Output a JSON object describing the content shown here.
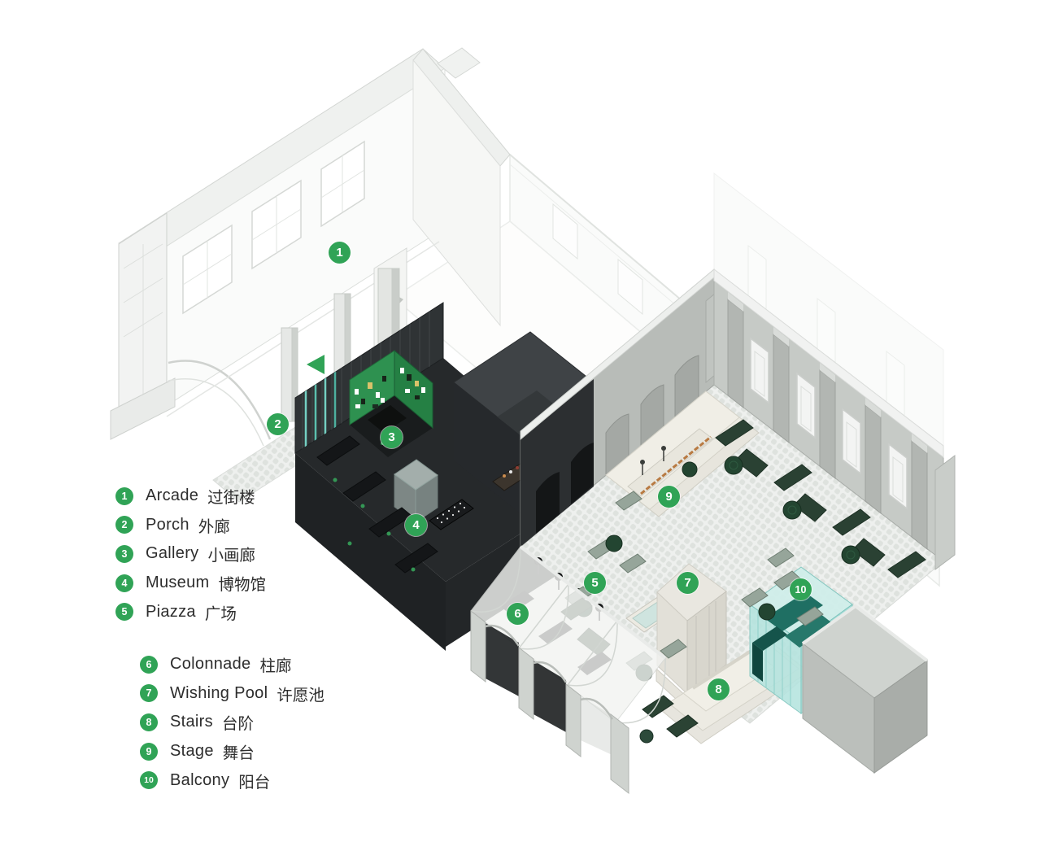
{
  "palette": {
    "marker_green": "#30a356",
    "legend_text": "#2d2d2d",
    "dark_block": "#26292b",
    "gallery_green_wall": "#2e9150",
    "bench_dark_green": "#2a4133",
    "chair_sage": "#96a59a",
    "balcony_glass_teal": "#b5e4df",
    "balcony_sofa_teal": "#1f6f63",
    "stone_light": "#e9e7df",
    "courtyard_wall_gray": "#c6cac6",
    "cobble_floor": "#eef0ee",
    "stage_strip_orange": "#b87a42"
  },
  "markers": [
    {
      "num": "1"
    },
    {
      "num": "2"
    },
    {
      "num": "3"
    },
    {
      "num": "4"
    },
    {
      "num": "5"
    },
    {
      "num": "6"
    },
    {
      "num": "7"
    },
    {
      "num": "8"
    },
    {
      "num": "9"
    },
    {
      "num": "10"
    }
  ],
  "legend": {
    "groups": [
      {
        "items": [
          {
            "num": "1",
            "en": "Arcade",
            "zh": "过街楼"
          },
          {
            "num": "2",
            "en": "Porch",
            "zh": "外廊"
          },
          {
            "num": "3",
            "en": "Gallery",
            "zh": "小画廊"
          },
          {
            "num": "4",
            "en": "Museum",
            "zh": "博物馆"
          },
          {
            "num": "5",
            "en": "Piazza",
            "zh": "广场"
          }
        ]
      },
      {
        "items": [
          {
            "num": "6",
            "en": "Colonnade",
            "zh": "柱廊"
          },
          {
            "num": "7",
            "en": "Wishing Pool",
            "zh": "许愿池"
          },
          {
            "num": "8",
            "en": "Stairs",
            "zh": "台阶"
          },
          {
            "num": "9",
            "en": "Stage",
            "zh": "舞台"
          },
          {
            "num": "10",
            "en": "Balcony",
            "zh": "阳台"
          }
        ]
      }
    ]
  }
}
